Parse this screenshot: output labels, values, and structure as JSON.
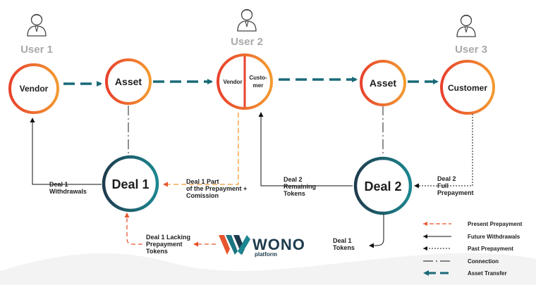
{
  "users": [
    {
      "label": "User 1"
    },
    {
      "label": "User 2"
    },
    {
      "label": "User 3"
    }
  ],
  "nodes": {
    "vendor": "Vendor",
    "asset1": "Asset",
    "vendor_split": "Vendor",
    "customer_split": [
      "Custo-",
      "mer"
    ],
    "asset2": "Asset",
    "customer": "Customer",
    "deal1": "Deal 1",
    "deal2": "Deal 2"
  },
  "edge_labels": {
    "deal1_withdrawals": [
      "Deal 1",
      "Withdrawals"
    ],
    "deal1_part": [
      "Deal 1 Part",
      "of the Prepayment +",
      "Comission"
    ],
    "deal2_remaining": [
      "Deal 2",
      "Remaining",
      "Tokens"
    ],
    "deal2_full": [
      "Deal 2",
      "Full",
      "Prepayment"
    ],
    "deal1_lacking": [
      "Deal 1 Lacking",
      "Prepayment",
      "Tokens"
    ],
    "deal1_tokens": [
      "Deal 1",
      "Tokens"
    ]
  },
  "brand": {
    "name": "WONO",
    "sub": "platform"
  },
  "legend": [
    {
      "label": "Present Prepayment",
      "style": "present"
    },
    {
      "label": "Future Withdrawals",
      "style": "future"
    },
    {
      "label": "Past Prepayment",
      "style": "past"
    },
    {
      "label": "Connection",
      "style": "connection"
    },
    {
      "label": "Asset Transfer",
      "style": "transfer"
    }
  ],
  "colors": {
    "ring_red": "#e8412c",
    "ring_orange": "#f39a31",
    "deal_teal": "#1b7480",
    "deal_navy": "#1e3b4d",
    "transfer": "#1a6a78",
    "present": "#e8542e",
    "user_gray": "#a9a9a9"
  }
}
